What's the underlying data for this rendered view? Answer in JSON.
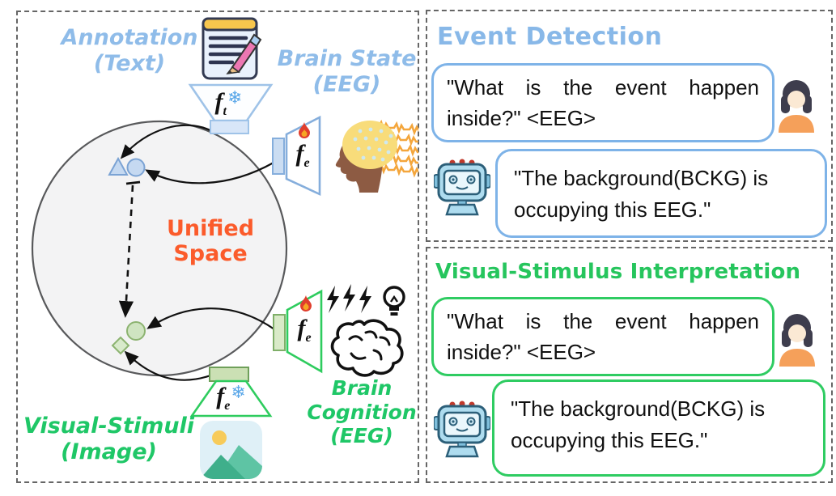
{
  "left_panel": {
    "annotation_label": {
      "line1": "Annotation",
      "line2": "(Text)"
    },
    "brain_state_label": {
      "line1": "Brain State",
      "line2": "(EEG)"
    },
    "unified_space_label": {
      "line1": "Unified",
      "line2": "Space"
    },
    "brain_cognition_label": {
      "line1": "Brain",
      "line2": "Cognition",
      "line3": "(EEG)"
    },
    "visual_stimuli_label": {
      "line1": "Visual-Stimuli",
      "line2": "(Image)"
    },
    "text_encoder": {
      "symbol": "f",
      "subscript": "t",
      "snowflake": "❄"
    },
    "brain_state_encoder": {
      "symbol": "f",
      "subscript": "e"
    },
    "brain_cognition_encoder": {
      "symbol": "f",
      "subscript": "e"
    },
    "image_encoder": {
      "symbol": "f",
      "subscript": "e",
      "snowflake": "❄"
    }
  },
  "event_detection_panel": {
    "title": "Event Detection",
    "user_message": "\"What is the event happen inside?\" <EEG>",
    "bot_message": "\"The background(BCKG) is occupying this EEG.\""
  },
  "visual_stimulus_panel": {
    "title": "Visual-Stimulus Interpretation",
    "user_message": "\"What is the event happen inside?\" <EEG>",
    "bot_message": "\"The background(BCKG) is occupying this EEG.\""
  },
  "colors": {
    "blue_label": "#8FBCE9",
    "green_label": "#1FC767",
    "orange_label": "#FB5B2B",
    "blue_bubble_border": "#7EB3E8",
    "green_bubble_border": "#2FCC62",
    "snowflake_blue": "#58A6E8",
    "flame_red": "#E03E2D",
    "unified_space_fill": "#F3F3F4"
  }
}
